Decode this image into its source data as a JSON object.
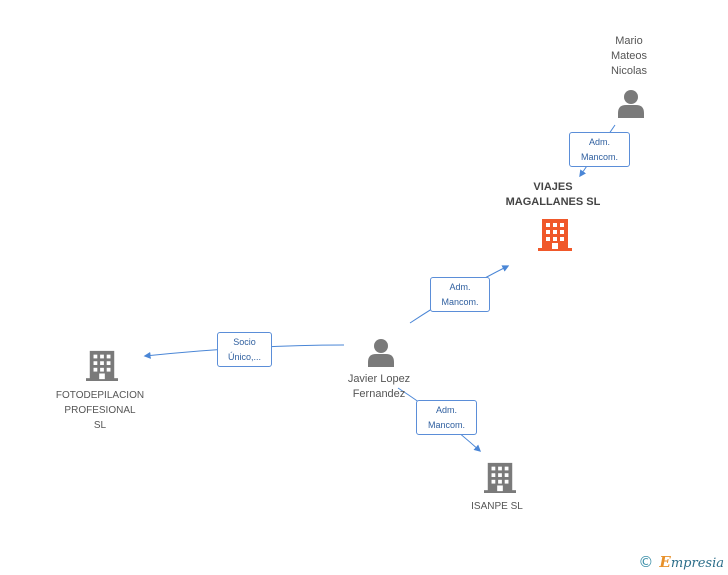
{
  "nodes": {
    "mario": {
      "line1": "Mario",
      "line2": "Mateos",
      "line3": "Nicolas",
      "type": "person"
    },
    "viajes": {
      "line1": "VIAJES",
      "line2": "MAGALLANES SL",
      "type": "company",
      "highlight": true
    },
    "javier": {
      "line1": "Javier Lopez",
      "line2": "Fernandez",
      "type": "person"
    },
    "fotodepilacion": {
      "line1": "FOTODEPILACION",
      "line2": "PROFESIONAL",
      "line3": "SL",
      "type": "company"
    },
    "isanpe": {
      "line1": "ISANPE SL",
      "type": "company"
    }
  },
  "edges": [
    {
      "from": "mario",
      "to": "viajes",
      "line1": "Adm.",
      "line2": "Mancom."
    },
    {
      "from": "javier",
      "to": "viajes",
      "line1": "Adm.",
      "line2": "Mancom."
    },
    {
      "from": "javier",
      "to": "fotodepilacion",
      "line1": "Socio",
      "line2": "Único,..."
    },
    {
      "from": "javier",
      "to": "isanpe",
      "line1": "Adm.",
      "line2": "Mancom."
    }
  ],
  "colors": {
    "person_icon": "#7a7a7a",
    "company_icon": "#7a7a7a",
    "highlight_company": "#f0582a",
    "edge": "#4a86d6"
  },
  "footer": {
    "copyright_symbol": "©",
    "brand_initial": "E",
    "brand_rest": "mpresia"
  }
}
